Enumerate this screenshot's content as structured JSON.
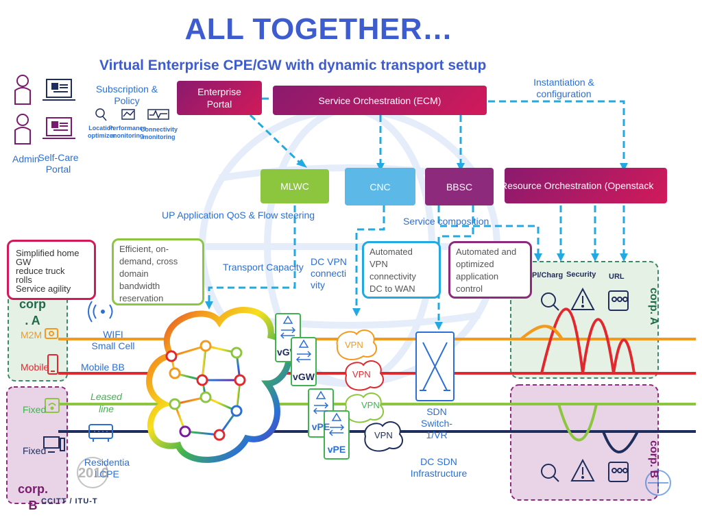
{
  "title": "ALL TOGETHER…",
  "subtitle": "Virtual Enterprise CPE/GW with dynamic transport setup",
  "admin": {
    "admin_label": "Admin",
    "selfcare_label": "Self-Care\nPortal",
    "subscription_label": "Subscription &\nPolicy",
    "location_label": "Location\noptimizer",
    "performance_label": "Performance\nmonitoring",
    "connectivity_label": "Connectivity\nmonitoring"
  },
  "boxes": {
    "enterprise_portal": "Enterprise\nPortal",
    "service_orchestration": "Service Orchestration (ECM)",
    "mlwc": "MLWC",
    "cnc": "CNC",
    "bbsc": "BBSC",
    "resource_orchestration": "Resource Orchestration (Openstack"
  },
  "labels": {
    "instantiation": "Instantiation &\nconfiguration",
    "up_app_qos": "UP Application QoS & Flow steering",
    "service_composition": "Service composition",
    "transport_capacity": "Transport Capacity",
    "dc_vpn": "DC VPN\nconnecti\nvity",
    "wifi": "WIFI\nSmall Cell",
    "mobile_bb": "Mobile BB",
    "leased_line": "Leased\nline",
    "residential_cpe": "Residentia\nl CPE",
    "dc_sdn": "DC SDN\nInfrastructure",
    "sdn_switch": "SDN\nSwitch-\n1/VR",
    "vgw1": "vGW",
    "vgw2": "vGW",
    "vpe1": "vPE",
    "vpe2": "vPE",
    "vpn1": "VPN",
    "vpn2": "VPN",
    "vpn3": "VPN",
    "vpn4": "VPN",
    "m2m": "M2M",
    "mobile": "Mobile",
    "fixed1": "Fixed",
    "fixed2": "Fixed",
    "corp_a_left": "corp\n. A",
    "corp_b_left": "corp.\nB",
    "corp_a_right": "corp. A",
    "corp_b_right": "corp. B",
    "pi_charg": "PI/Charg",
    "security": "Security",
    "url": "URL",
    "watermark_year": "2016",
    "watermark_text": "CCITT / ITU-T"
  },
  "callouts": {
    "simplified": "Simplified home\nGW\nreduce truck\nrolls\nService agility",
    "efficient": "Efficient, on-\ndemand, cross\ndomain\nbandwidth\nreservation",
    "automated_vpn": "Automated\nVPN\nconnectivity\nDC to WAN\nw/QoS",
    "automated_opt": "Automated and\noptimized\napplication\ncontrol"
  },
  "colors": {
    "title_blue": "#3d5ccf",
    "light_blue": "#2b6fd6",
    "magenta": "#c0185e",
    "purple": "#7a1a6e",
    "green_box": "#8cc63f",
    "cnc_blue": "#5cb8e6",
    "bbsc_purple": "#8e2a7c",
    "orange_line": "#f39a1e",
    "red_line": "#e0282e",
    "green_line": "#8cc63f",
    "navy_line": "#1f2d5c"
  }
}
